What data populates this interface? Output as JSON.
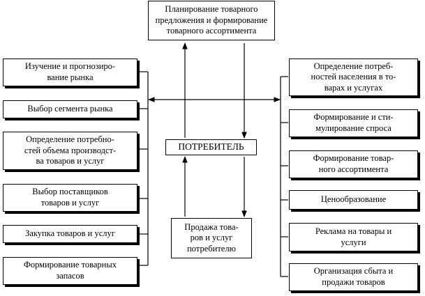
{
  "top_box": {
    "text": "Планирование товарного\nпредложения и формирование\nтоварного ассортимента"
  },
  "center_box": {
    "text": "ПОТРЕБИТЕЛЬ"
  },
  "sales_box": {
    "text": "Продажа това-\nров и услуг\nпотребителю"
  },
  "left_boxes": [
    {
      "text": "Изучение и прогнозиро-\nвание рынка"
    },
    {
      "text": "Выбор сегмента рынка"
    },
    {
      "text": "Определение потребно-\nстей объема производст-\nва товаров и услуг"
    },
    {
      "text": "Выбор поставщиков\nтоваров и услуг"
    },
    {
      "text": "Закупка товаров и услуг"
    },
    {
      "text": "Формирование товарных\nзапасов"
    }
  ],
  "right_boxes": [
    {
      "text": "Определение потреб-\nностей населения в то-\nварах и услугах"
    },
    {
      "text": "Формирование и сти-\nмулирование спроса"
    },
    {
      "text": "Формирование товар-\nного ассортимента"
    },
    {
      "text": "Ценообразование"
    },
    {
      "text": "Реклама на товары и\nуслуги"
    },
    {
      "text": "Организация сбыта и\nпродажи товаров"
    }
  ]
}
